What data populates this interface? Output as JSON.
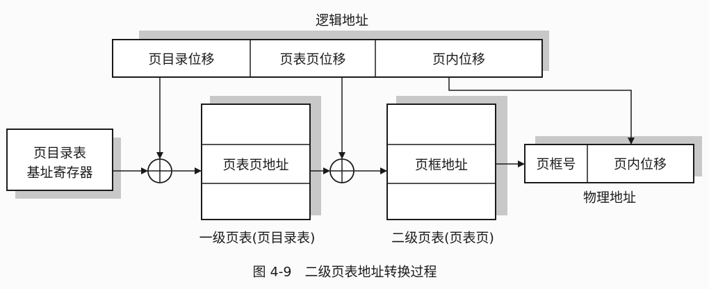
{
  "logical_address": {
    "title": "逻辑地址",
    "fields": [
      "页目录位移",
      "页表页位移",
      "页内位移"
    ]
  },
  "base_register": {
    "line1": "页目录表",
    "line2": "基址寄存器"
  },
  "level1_table": {
    "entry": "页表页地址",
    "caption": "一级页表(页目录表)"
  },
  "level2_table": {
    "entry": "页框地址",
    "caption": "二级页表(页表页)"
  },
  "physical_address": {
    "fields": [
      "页框号",
      "页内位移"
    ],
    "caption": "物理地址"
  },
  "figure_caption": "图 4-9　二级页表地址转换过程"
}
